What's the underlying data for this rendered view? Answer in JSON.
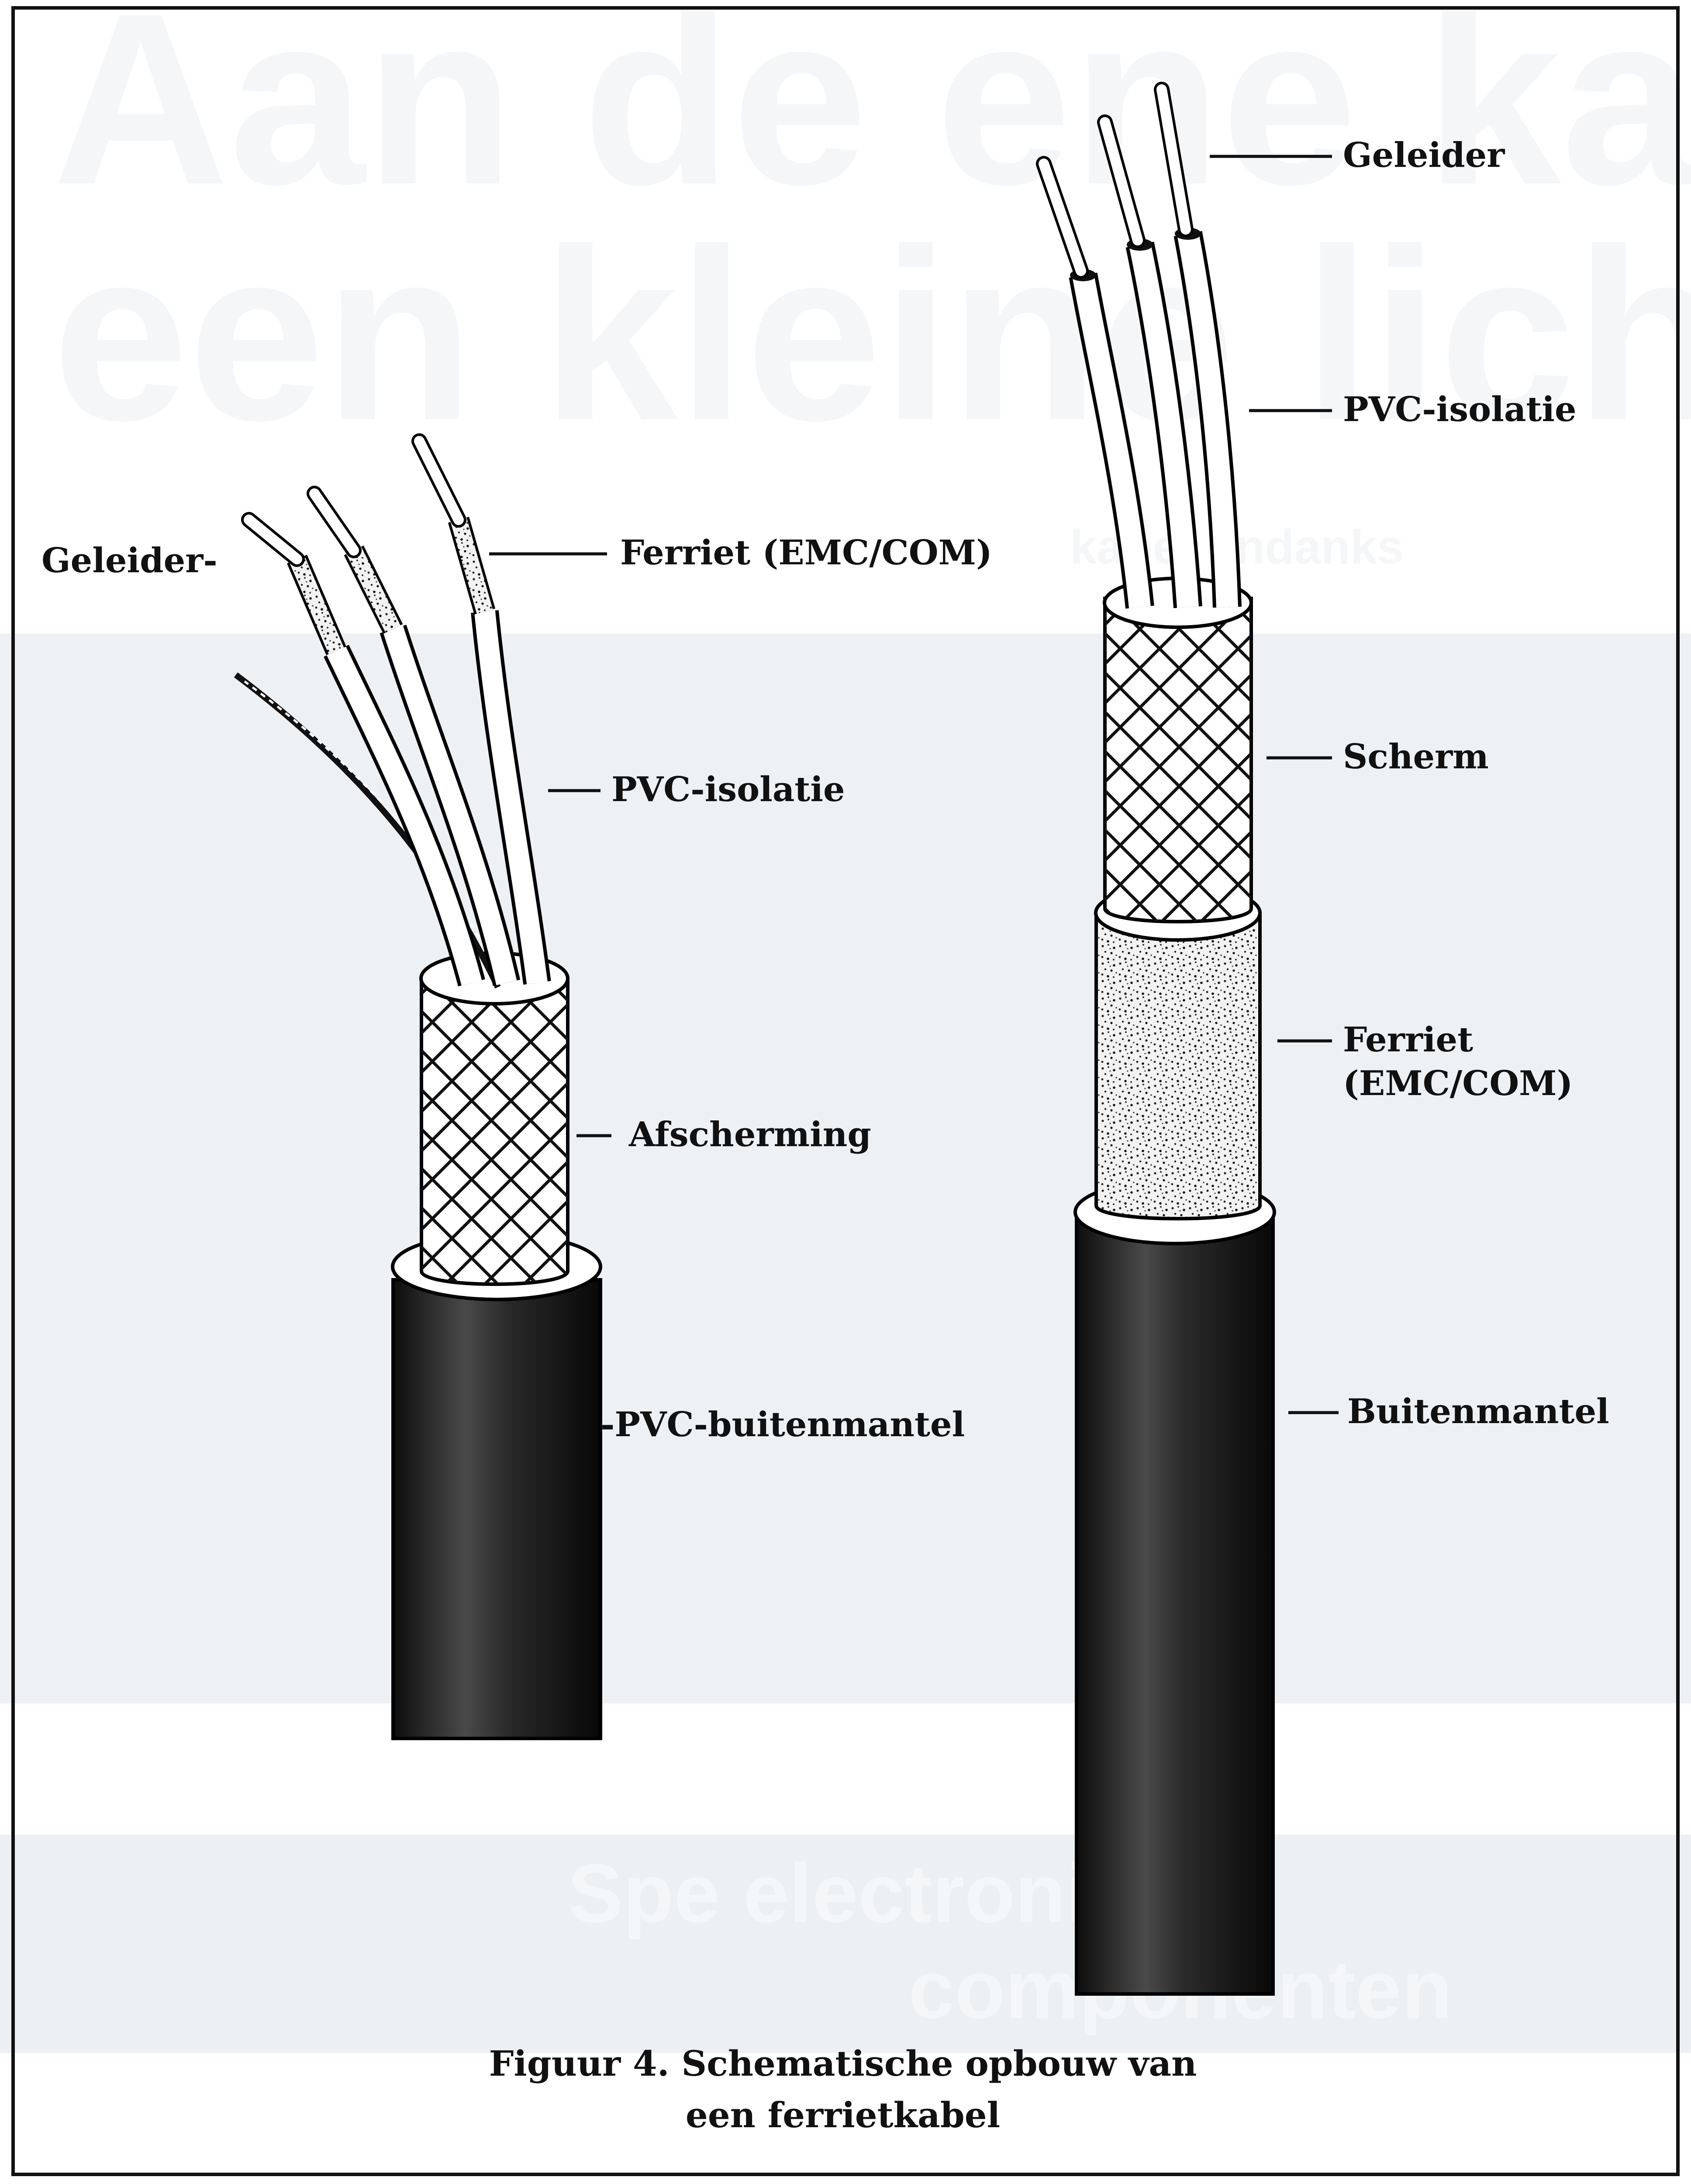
{
  "background": {
    "headline_line1": "Aan de ene kant",
    "headline_line2": "een kleine lichtg",
    "subline": "kabel ondanks",
    "banner_line1": "Spe     electronic",
    "banner_line2": "componenten"
  },
  "left_cable": {
    "labels": {
      "geleider": "Geleider-",
      "ferriet": "Ferriet (EMC/COM)",
      "pvc_isolatie": "PVC-isolatie",
      "afscherming": "Afscherming",
      "buitenmantel": "-PVC-buitenmantel"
    }
  },
  "right_cable": {
    "labels": {
      "geleider": "Geleider",
      "pvc_isolatie": "PVC-isolatie",
      "scherm": "Scherm",
      "ferriet_line1": "Ferriet",
      "ferriet_line2": "(EMC/COM)",
      "buitenmantel": "Buitenmantel"
    }
  },
  "caption": {
    "line1": "Figuur 4. Schematische opbouw van",
    "line2": "een ferrietkabel"
  },
  "colors": {
    "frame": "#111111",
    "jacket_dark": "#1e1e1e",
    "faint_background": "#eef1f4"
  }
}
